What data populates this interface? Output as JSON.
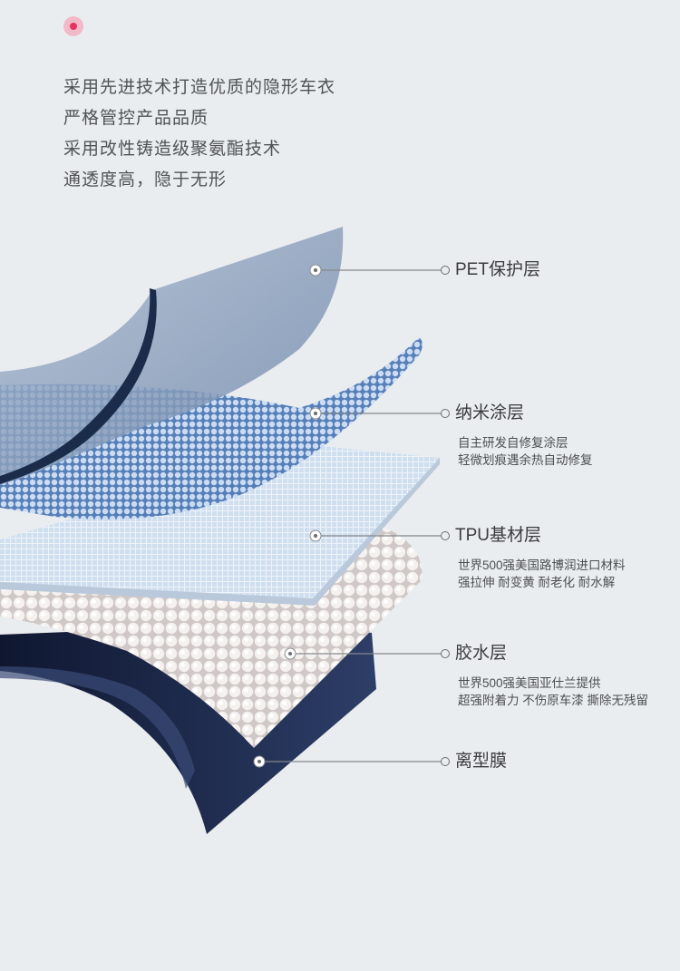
{
  "intro": [
    "采用先进技术打造优质的隐形车衣",
    "严格管控产品品质",
    "采用改性铸造级聚氨酯技术",
    "通透度高，隐于无形"
  ],
  "layers": [
    {
      "key": "pet",
      "title": "PET保护层",
      "desc": []
    },
    {
      "key": "nano",
      "title": "纳米涂层",
      "desc": [
        "自主研发自修复涂层",
        "轻微划痕遇余热自动修复"
      ]
    },
    {
      "key": "tpu",
      "title": "TPU基材层",
      "desc": [
        "世界500强美国路博润进口材料",
        "强拉伸 耐变黄 耐老化 耐水解"
      ]
    },
    {
      "key": "glue",
      "title": "胶水层",
      "desc": [
        "世界500强美国亚仕兰提供",
        "超强附着力 不伤原车漆 撕除无残留"
      ]
    },
    {
      "key": "release",
      "title": "离型膜",
      "desc": []
    }
  ],
  "colors": {
    "background": "#eaedf0",
    "accent_dot": "#e3335f",
    "pet_film": "#8fa3bf",
    "nano_mesh": "#9bb6da",
    "tpu": "#dfe9f5",
    "glue": "#e9e4e2",
    "release": "#1e2a44"
  }
}
